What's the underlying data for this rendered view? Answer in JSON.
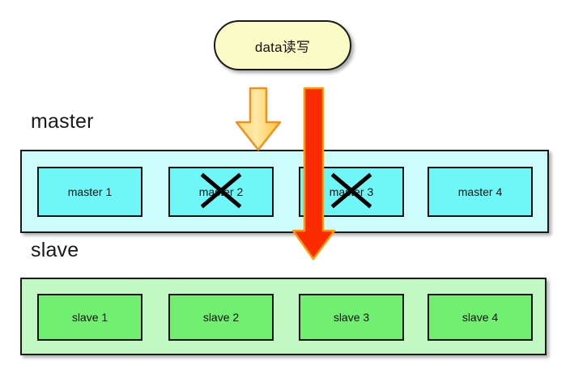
{
  "diagram": {
    "title_capsule": {
      "label": "data读写",
      "fill": "#fbfbc6",
      "border": "#1a1a1a"
    },
    "arrows": [
      {
        "name": "write-arrow-yellow",
        "color": "#ffd24d",
        "border": "#f0901e",
        "from": "data读写",
        "to": "master band"
      },
      {
        "name": "write-arrow-red",
        "color": "#fb2b00",
        "border": "#ff9a00",
        "from": "data读写",
        "to": "slave band"
      }
    ],
    "groups": [
      {
        "name": "master",
        "label": "master",
        "band_color": "#cdfcfc",
        "node_color": "#6ff7f7",
        "nodes": [
          {
            "label": "master 1",
            "failed": false
          },
          {
            "label": "master 2",
            "failed": true
          },
          {
            "label": "master 3",
            "failed": true
          },
          {
            "label": "master 4",
            "failed": false
          }
        ]
      },
      {
        "name": "slave",
        "label": "slave",
        "band_color": "#c2f8c2",
        "node_color": "#70ef70",
        "nodes": [
          {
            "label": "slave 1",
            "failed": false
          },
          {
            "label": "slave 2",
            "failed": false
          },
          {
            "label": "slave 3",
            "failed": false
          },
          {
            "label": "slave 4",
            "failed": false
          }
        ]
      }
    ]
  }
}
